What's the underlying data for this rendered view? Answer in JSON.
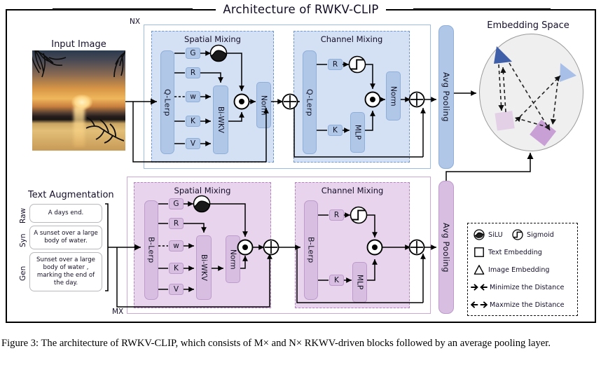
{
  "figure": {
    "title": "Architecture of RWKV-CLIP",
    "caption": "Figure 3: The architecture of RWKV-CLIP, which consists of M× and N× RKWV-driven blocks followed by an average pooling layer."
  },
  "input": {
    "image_label": "Input Image",
    "image_description": "sunset over a large body of water with tree branches"
  },
  "text_augmentation": {
    "title": "Text Augmentation",
    "items": [
      {
        "tag": "Raw",
        "text": "A days end."
      },
      {
        "tag": "Syn",
        "text": "A sunset over a large body of water."
      },
      {
        "tag": "Gen",
        "text": "Sunset over a large body of water , marking the end of the day."
      }
    ]
  },
  "image_branch": {
    "repeat_label": "NX",
    "lerp_label": "Q-Lerp",
    "spatial_mixing": {
      "title": "Spatial Mixing",
      "gates": [
        "G",
        "R",
        "w",
        "K",
        "V"
      ],
      "wkv_label": "Bi-WKV",
      "norm_label": "Norm",
      "activation": "silu-icon",
      "product": "hadamard-product-icon",
      "residual": "sum-icon"
    },
    "channel_mixing": {
      "title": "Channel Mixing",
      "gates": [
        "R",
        "K"
      ],
      "mlp_label": "MLP",
      "norm_label": "Norm",
      "activation": "sigmoid-icon",
      "product": "hadamard-product-icon",
      "residual": "sum-icon"
    },
    "pooling_label": "Avg Pooling"
  },
  "text_branch": {
    "repeat_label": "MX",
    "lerp_label": "B-Lerp",
    "spatial_mixing": {
      "title": "Spatial Mixing",
      "gates": [
        "G",
        "R",
        "w",
        "K",
        "V"
      ],
      "wkv_label": "Bi-WKV",
      "norm_label": "Norm",
      "activation": "silu-icon",
      "product": "hadamard-product-icon",
      "residual": "sum-icon"
    },
    "channel_mixing": {
      "title": "Channel Mixing",
      "gates": [
        "R",
        "K"
      ],
      "mlp_label": "MLP",
      "activation": "sigmoid-icon",
      "product": "hadamard-product-icon",
      "residual": "sum-icon"
    },
    "pooling_label": "Avg Pooling"
  },
  "embedding_space": {
    "title": "Embedding Space",
    "markers": [
      {
        "type": "triangle",
        "name": "image-embedding-dark",
        "color": "#3f5fa8"
      },
      {
        "type": "triangle",
        "name": "image-embedding-light",
        "color": "#a8bfe8"
      },
      {
        "type": "square",
        "name": "text-embedding-light",
        "color": "#e3cfe6"
      },
      {
        "type": "square",
        "name": "text-embedding-dark",
        "color": "#c9a0d6"
      }
    ]
  },
  "legend": {
    "entries": [
      {
        "icon": "silu-icon",
        "label": "SiLU"
      },
      {
        "icon": "sigmoid-icon",
        "label": "Sigmoid"
      },
      {
        "icon": "square-icon",
        "label": "Text Embedding"
      },
      {
        "icon": "triangle-icon",
        "label": "Image Embedding"
      },
      {
        "icon": "minimize-distance-icon",
        "label": "Minimize the Distance"
      },
      {
        "icon": "maximize-distance-icon",
        "label": "Maxmize the Distance"
      }
    ]
  },
  "colors": {
    "image_block": "#b0c7e8",
    "image_panel": "#d4e0f4",
    "text_block": "#d8bfe2",
    "text_panel": "#e8d4ec",
    "embedding_circle": "#efefef"
  }
}
